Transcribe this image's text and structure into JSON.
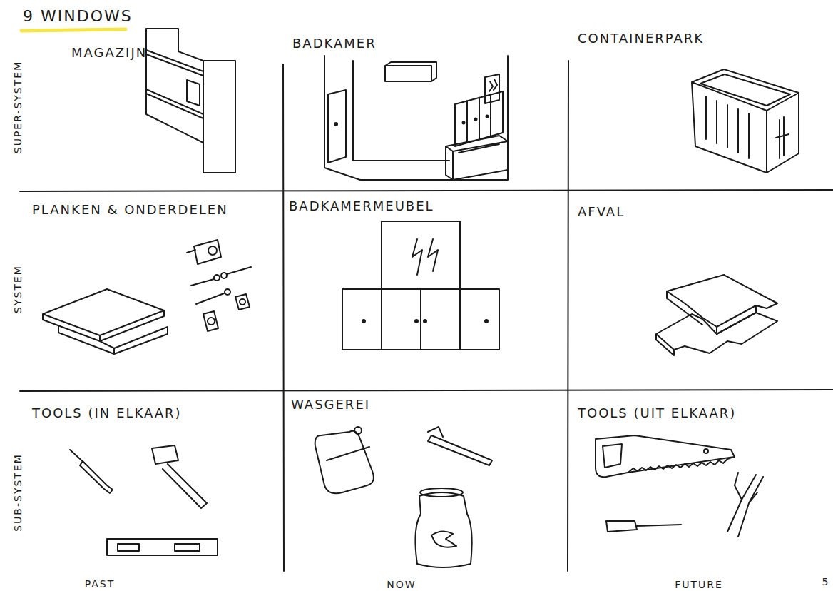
{
  "diagram": {
    "title": "9 WINDOWS",
    "nodes": [
      {
        "text": [
          "MAGAZIJN"
        ]
      },
      {
        "text": [
          "BADKAMER"
        ]
      },
      {
        "text": [
          "CONTAINERPARK"
        ]
      },
      {
        "text": [
          "PLANKEN & ONDERDELEN"
        ]
      },
      {
        "text": [
          "BADKAMERMEUBEL"
        ]
      },
      {
        "text": [
          "AFVAL"
        ]
      },
      {
        "text": [
          "TOOLS (IN ELKAAR)"
        ]
      },
      {
        "text": [
          "WASGEREI"
        ]
      },
      {
        "text": [
          "TOOLS (UIT ELKAAR)"
        ]
      }
    ],
    "labels": [
      "SUPER-SYSTEM",
      "SYSTEM",
      "SUB-SYSTEM",
      "PAST",
      "NOW",
      "FUTURE",
      "5"
    ]
  }
}
